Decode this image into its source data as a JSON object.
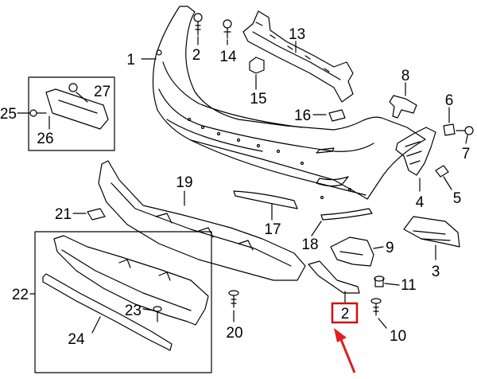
{
  "diagram": {
    "parts": [
      {
        "id": "p1",
        "number": "1"
      },
      {
        "id": "p2a",
        "number": "2"
      },
      {
        "id": "p2b",
        "number": "2"
      },
      {
        "id": "p3",
        "number": "3"
      },
      {
        "id": "p4",
        "number": "4"
      },
      {
        "id": "p5",
        "number": "5"
      },
      {
        "id": "p6",
        "number": "6"
      },
      {
        "id": "p7",
        "number": "7"
      },
      {
        "id": "p8",
        "number": "8"
      },
      {
        "id": "p9",
        "number": "9"
      },
      {
        "id": "p10",
        "number": "10"
      },
      {
        "id": "p11",
        "number": "11"
      },
      {
        "id": "p13",
        "number": "13"
      },
      {
        "id": "p14",
        "number": "14"
      },
      {
        "id": "p15",
        "number": "15"
      },
      {
        "id": "p16",
        "number": "16"
      },
      {
        "id": "p17",
        "number": "17"
      },
      {
        "id": "p18",
        "number": "18"
      },
      {
        "id": "p19",
        "number": "19"
      },
      {
        "id": "p20",
        "number": "20"
      },
      {
        "id": "p21",
        "number": "21"
      },
      {
        "id": "p22",
        "number": "22"
      },
      {
        "id": "p23",
        "number": "23"
      },
      {
        "id": "p24",
        "number": "24"
      },
      {
        "id": "p25",
        "number": "25"
      },
      {
        "id": "p26",
        "number": "26"
      },
      {
        "id": "p27",
        "number": "27"
      }
    ],
    "highlight": {
      "part": "2",
      "box_color": "#cc1111",
      "arrow_color": "#e02020"
    },
    "line_color": "#000000"
  }
}
